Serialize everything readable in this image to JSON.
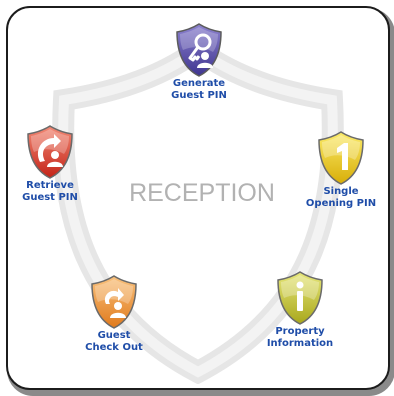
{
  "center_title": "RECEPTION",
  "colors": {
    "label": "#1f4da8",
    "title": "#b2b2b2",
    "generate": "#5b4fa6",
    "single": "#e6c21a",
    "property": "#c9c832",
    "checkout": "#ef9a3c",
    "retrieve": "#d93c2a"
  },
  "items": [
    {
      "id": "generate",
      "line1": "Generate",
      "line2": "Guest PIN",
      "icon": "key-person-icon"
    },
    {
      "id": "single",
      "line1": "Single",
      "line2": "Opening PIN",
      "icon": "number-one-icon"
    },
    {
      "id": "property",
      "line1": "Property",
      "line2": "Information",
      "icon": "info-icon"
    },
    {
      "id": "checkout",
      "line1": "Guest",
      "line2": "Check Out",
      "icon": "checkout-person-icon"
    },
    {
      "id": "retrieve",
      "line1": "Retrieve",
      "line2": "Guest PIN",
      "icon": "retrieve-person-icon"
    }
  ]
}
